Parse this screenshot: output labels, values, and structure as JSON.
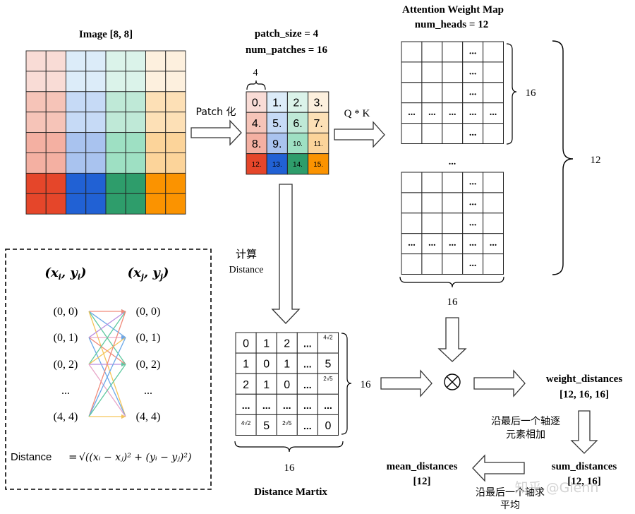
{
  "image_grid": {
    "title": "Image [8, 8]",
    "colors": [
      [
        "#f9dcd6",
        "#f9dcd6",
        "#dcecf9",
        "#dcecf9",
        "#dbf3ea",
        "#dbf3ea",
        "#fdf0de",
        "#fdf0de"
      ],
      [
        "#f9dcd6",
        "#f9dcd6",
        "#dcecf9",
        "#dcecf9",
        "#dbf3ea",
        "#dbf3ea",
        "#fdf0de",
        "#fdf0de"
      ],
      [
        "#f6c4b8",
        "#f6c4b8",
        "#c6daf6",
        "#c6daf6",
        "#bfe9d7",
        "#bfe9d7",
        "#fde0b6",
        "#fde0b6"
      ],
      [
        "#f6c4b8",
        "#f6c4b8",
        "#c6daf6",
        "#c6daf6",
        "#bfe9d7",
        "#bfe9d7",
        "#fde0b6",
        "#fde0b6"
      ],
      [
        "#f4b0a2",
        "#f4b0a2",
        "#a9c3ef",
        "#a9c3ef",
        "#9ee0c3",
        "#9ee0c3",
        "#fcd49a",
        "#fcd49a"
      ],
      [
        "#f4b0a2",
        "#f4b0a2",
        "#a9c3ef",
        "#a9c3ef",
        "#9ee0c3",
        "#9ee0c3",
        "#fcd49a",
        "#fcd49a"
      ],
      [
        "#e5462a",
        "#e5462a",
        "#2161d4",
        "#2161d4",
        "#2e9d6b",
        "#2e9d6b",
        "#fb9300",
        "#fb9300"
      ],
      [
        "#e5462a",
        "#e5462a",
        "#2161d4",
        "#2161d4",
        "#2e9d6b",
        "#2e9d6b",
        "#fb9300",
        "#fb9300"
      ]
    ]
  },
  "patch_step": {
    "arrow_label": "Patch 化",
    "title_line1": "patch_size = 4",
    "title_line2": "num_patches = 16",
    "brace_label": "4",
    "cells": [
      {
        "label": "0.",
        "color": "#f9dcd6"
      },
      {
        "label": "1.",
        "color": "#dcecf9"
      },
      {
        "label": "2.",
        "color": "#dbf3ea"
      },
      {
        "label": "3.",
        "color": "#fdf0de"
      },
      {
        "label": "4.",
        "color": "#f6c4b8"
      },
      {
        "label": "5.",
        "color": "#c6daf6"
      },
      {
        "label": "6.",
        "color": "#bfe9d7"
      },
      {
        "label": "7.",
        "color": "#fde0b6"
      },
      {
        "label": "8.",
        "color": "#f4b0a2"
      },
      {
        "label": "9.",
        "color": "#a9c3ef"
      },
      {
        "label": "10.",
        "color": "#9ee0c3"
      },
      {
        "label": "11.",
        "color": "#fcd49a"
      },
      {
        "label": "12.",
        "color": "#e5462a"
      },
      {
        "label": "13.",
        "color": "#2161d4"
      },
      {
        "label": "14.",
        "color": "#2e9d6b"
      },
      {
        "label": "15.",
        "color": "#fb9300"
      }
    ]
  },
  "attention": {
    "title_line1": "Attention Weight Map",
    "title_line2": "num_heads = 12",
    "arrow_label": "Q * K",
    "row_brace_label": "16",
    "heads_brace_label": "12",
    "between_dots": "...",
    "bottom_brace_label": "16",
    "grid": [
      [
        "",
        "",
        "",
        "...",
        ""
      ],
      [
        "",
        "",
        "",
        "...",
        ""
      ],
      [
        "",
        "",
        "",
        "...",
        ""
      ],
      [
        "...",
        "...",
        "...",
        "...",
        "..."
      ],
      [
        "",
        "",
        "",
        "...",
        ""
      ]
    ]
  },
  "distance_calc": {
    "arrow_label_line1": "计算",
    "arrow_label_line2": "Distance",
    "left_header": "(x_i, y_i)",
    "right_header": "(x_j, y_j)",
    "left_points": [
      "(0, 0)",
      "(0, 1)",
      "(0, 2)",
      "...",
      "(4, 4)"
    ],
    "right_points": [
      "(0, 0)",
      "(0, 1)",
      "(0, 2)",
      "...",
      "(4, 4)"
    ],
    "line_colors": [
      "#f08a7a",
      "#6aa7e8",
      "#5fc9a0",
      "#f5c55a",
      "#b98ee0",
      "#e8a6c8"
    ],
    "formula_label": "Distance",
    "formula_eq": "=",
    "formula_expr": "√((xᵢ − xⱼ)² + (yᵢ − yⱼ)²)"
  },
  "distance_matrix": {
    "title": "Distance Martix",
    "right_label": "16",
    "bottom_label": "16",
    "cells": [
      [
        "0",
        "1",
        "2",
        "...",
        "4√2"
      ],
      [
        "1",
        "0",
        "1",
        "...",
        "5"
      ],
      [
        "2",
        "1",
        "0",
        "...",
        "2√5"
      ],
      [
        "...",
        "...",
        "...",
        "...",
        "..."
      ],
      [
        "4√2",
        "5",
        "2√5",
        "...",
        "0"
      ]
    ]
  },
  "combine": {
    "operator": "⊗",
    "weight_line1": "weight_distances",
    "weight_line2": "[12, 16, 16]",
    "sum_note_line1": "沿最后一个轴逐",
    "sum_note_line2": "元素相加",
    "sum_line1": "sum_distances",
    "sum_line2": "[12, 16]",
    "mean_note_line1": "沿最后一个轴求",
    "mean_note_line2": "平均",
    "mean_line1": "mean_distances",
    "mean_line2": "[12]",
    "watermark": "知乎 @Glenn"
  }
}
